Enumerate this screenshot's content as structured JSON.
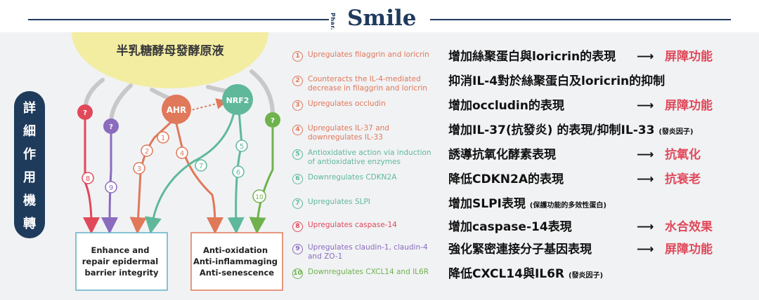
{
  "header": {
    "brand_prefix": "Phar.",
    "brand": "Smile"
  },
  "side_label": [
    "詳",
    "細",
    "作",
    "用",
    "機",
    "轉"
  ],
  "diagram": {
    "top_title": "半乳糖酵母發酵原液",
    "nodes": {
      "ahr": "AHR",
      "nrf2": "NRF2",
      "unknown": "?"
    },
    "box_left": "Enhance and\nrepair epidermal\nbarrier integrity",
    "box_right": "Anti-oxidation\nAnti-inflammaging\nAnti-senescence",
    "path_numbers": [
      "1",
      "2",
      "3",
      "4",
      "5",
      "6",
      "7",
      "8",
      "9",
      "10"
    ],
    "colors": {
      "red": "#e0495a",
      "purple": "#8b6bbd",
      "orange": "#e0785a",
      "teal": "#5fb89a",
      "green": "#6fb24d",
      "yellow": "#f3eda2",
      "navy": "#1f3b5c",
      "gray": "#c8c8c8"
    }
  },
  "legend": [
    {
      "num": "1",
      "text": "Upregulates filaggrin and loricrin",
      "color": "#e0785a"
    },
    {
      "num": "2",
      "text": "Counteracts the IL-4-mediated\ndecrease in filaggrin and loricrin",
      "color": "#e0785a"
    },
    {
      "num": "3",
      "text": "Upregulates occludin",
      "color": "#e0785a"
    },
    {
      "num": "4",
      "text": "Upregulates IL-37 and\ndownregulates IL-33",
      "color": "#e0785a"
    },
    {
      "num": "5",
      "text": "Antioxidative action via induction\nof antioxidative enzymes",
      "color": "#5fb89a"
    },
    {
      "num": "6",
      "text": "Downregulates CDKN2A",
      "color": "#5fb89a"
    },
    {
      "num": "7",
      "text": "Upregulates SLPI",
      "color": "#5fb89a"
    },
    {
      "num": "8",
      "text": "Upregulates caspase-14",
      "color": "#e0495a"
    },
    {
      "num": "9",
      "text": "Upregulates claudin-1, claudin-4\nand ZO-1",
      "color": "#8b6bbd"
    },
    {
      "num": "10",
      "text": "Downregulates CXCL14 and IL6R",
      "color": "#6fb24d"
    }
  ],
  "zh": [
    {
      "text": "增加絲聚蛋白與loricrin的表現",
      "note": "",
      "result": "屏障功能"
    },
    {
      "text": "抑消IL-4對於絲聚蛋白及loricrin的抑制",
      "note": "",
      "result": ""
    },
    {
      "text": "增加occludin的表現",
      "note": "",
      "result": "屏障功能"
    },
    {
      "text": "增加IL-37(抗發炎) 的表現/抑制IL-33",
      "note": "(發炎因子)",
      "result": ""
    },
    {
      "text": "誘導抗氧化酵素表現",
      "note": "",
      "result": "抗氧化"
    },
    {
      "text": "降低CDKN2A的表現",
      "note": "",
      "result": "抗衰老"
    },
    {
      "text": "增加SLPI表現",
      "note": "(保護功能的多效性蛋白)",
      "result": ""
    },
    {
      "text": "增加caspase-14表現",
      "note": "",
      "result": "水合效果"
    },
    {
      "text": "強化緊密連接分子基因表現",
      "note": "",
      "result": "屏障功能"
    },
    {
      "text": "降低CXCL14與IL6R",
      "note": "(發炎因子)",
      "result": ""
    }
  ],
  "arrow_glyph": "⟶"
}
